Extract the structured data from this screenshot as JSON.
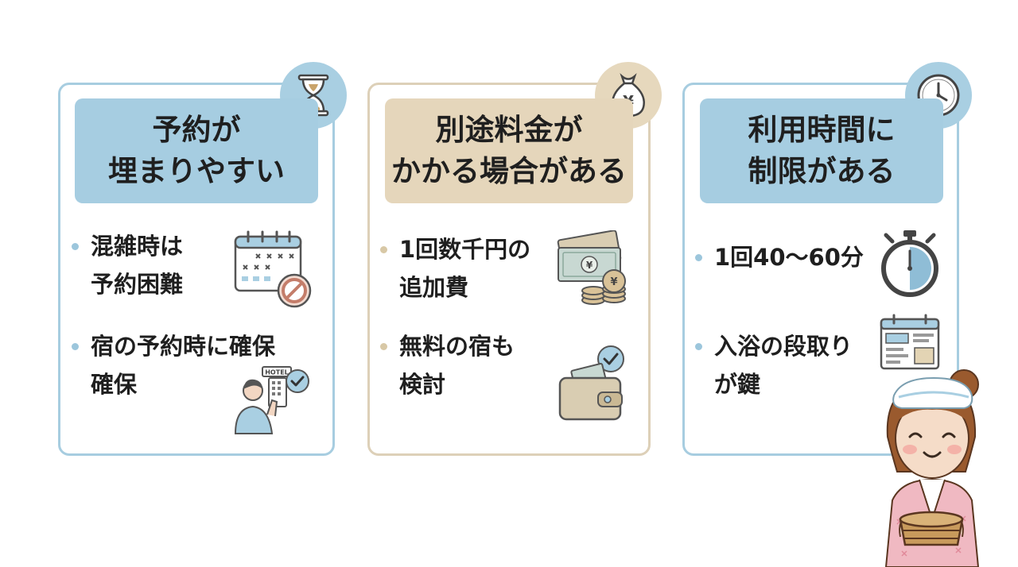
{
  "cards": [
    {
      "title_line1": "予約が",
      "title_line2": "埋まりやすい",
      "icon": "hourglass-icon",
      "items": [
        {
          "line1": "混雑時は",
          "line2": "予約困難",
          "icon": "calendar-full-icon"
        },
        {
          "line1": "宿の予約時に確保",
          "line2": "確保",
          "icon": "hotel-booking-icon"
        }
      ]
    },
    {
      "title_line1": "別途料金が",
      "title_line2": "かかる場合がある",
      "icon": "money-bag-icon",
      "items": [
        {
          "line1": "1回数千円の",
          "line2": "追加費",
          "icon": "cash-coins-icon"
        },
        {
          "line1": "無料の宿も",
          "line2": "検討",
          "icon": "wallet-check-icon"
        }
      ]
    },
    {
      "title_line1": "利用時間に",
      "title_line2": "制限がある",
      "icon": "clock-icon",
      "items": [
        {
          "line1": "1回40〜60分",
          "icon": "stopwatch-icon"
        },
        {
          "line1": "入浴の段取り",
          "line2": "が鍵",
          "icon": "schedule-icon"
        }
      ]
    }
  ],
  "hotel_sign": "HOTEL",
  "yen_symbol": "¥",
  "colors": {
    "blue_card": "#a6cde1",
    "tan_card": "#e5d6bb",
    "blue_border": "#a7cde0",
    "tan_border": "#ddd0b8"
  }
}
